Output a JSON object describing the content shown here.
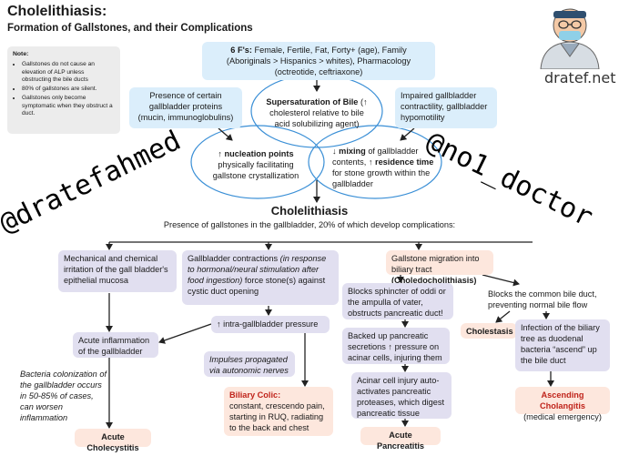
{
  "header": {
    "title": "Cholelithiasis:",
    "subtitle": "Formation of Gallstones, and their Complications"
  },
  "note": {
    "heading": "Note:",
    "items": [
      "Gallstones do not cause an elevation of ALP unless obstructing the bile ducts",
      "80% of gallstones are silent.",
      "Gallstones only become symptomatic when they obstruct a duct."
    ]
  },
  "branding": {
    "site": "dratef.net",
    "watermark_left": "@dratefahmed",
    "watermark_right": "@no1_doctor"
  },
  "risk_factors": {
    "label": "6 F's:",
    "text": " Female, Fertile, Fat, Forty+ (age), Family (Aboriginals > Hispanics > whites), Pharmacology (octreotide, ceftriaxone)"
  },
  "causes": {
    "proteins": "Presence of certain gallbladder proteins (mucin, immunoglobulins)",
    "motility": "Impaired gallbladder contractility, gallbladder hypomotility"
  },
  "venn": {
    "supersaturation_bold": "Supersaturation of Bile",
    "supersaturation_rest": " (↑ cholesterol relative to bile acid solubilizing agent)",
    "nucleation_bold": "↑ nucleation points",
    "nucleation_rest": "physically facilitating gallstone crystallization",
    "mixing_part1": "↓ mixing",
    "mixing_part2": " of gallbladder contents, ",
    "mixing_part3": "↑ residence time",
    "mixing_part4": " for stone growth within the gallbladder"
  },
  "cholelithiasis": {
    "heading": "Cholelithiasis",
    "description": "Presence of gallstones in the gallbladder, 20% of which develop complications:"
  },
  "col1": {
    "irritation": "Mechanical and chemical irritation of the gall bladder's epithelial mucosa",
    "inflammation": "Acute inflammation of the gallbladder",
    "bacteria": "Bacteria colonization of the gallbladder occurs in 50-85% of cases, can worsen inflammation",
    "outcome": "Acute Cholecystitis"
  },
  "col2": {
    "contractions_lead": "Gallbladder contractions",
    "contractions_italic": "(in response to hormonal/neural stimulation after food ingestion)",
    "contractions_tail": " force stone(s) against cystic duct opening",
    "pressure": "↑ intra-gallbladder pressure",
    "impulses": "Impulses propagated via autonomic nerves",
    "colic_title": "Biliary Colic:",
    "colic_text": "constant, crescendo pain, starting in RUQ, radiating to the back and chest"
  },
  "col3": {
    "migration_lead": "Gallstone migration into biliary tract ",
    "migration_bold": "(Choledocholithiasis)",
    "sphincter": "Blocks sphincter of oddi or the ampulla of vater, obstructs pancreatic duct!",
    "backed_up": "Backed up pancreatic secretions ↑ pressure on acinar cells, injuring them",
    "acinar": "Acinar cell injury auto-activates pancreatic proteases, which digest pancreatic tissue",
    "outcome": "Acute Pancreatitis"
  },
  "col4": {
    "blocks_duct": "Blocks the common bile duct, preventing normal bile flow",
    "cholestasis": "Cholestasis",
    "infection_lead": "Infection of the biliary tree as duodenal bacteria “ascend” up the bile duct",
    "cholangitis": "Ascending Cholangitis",
    "cholangitis_note": "(medical emergency)"
  },
  "colors": {
    "blue_box": "#dbeefb",
    "purple_box": "#e1dff0",
    "peach_box": "#fde7dd",
    "outcome_red": "#c0241b"
  }
}
